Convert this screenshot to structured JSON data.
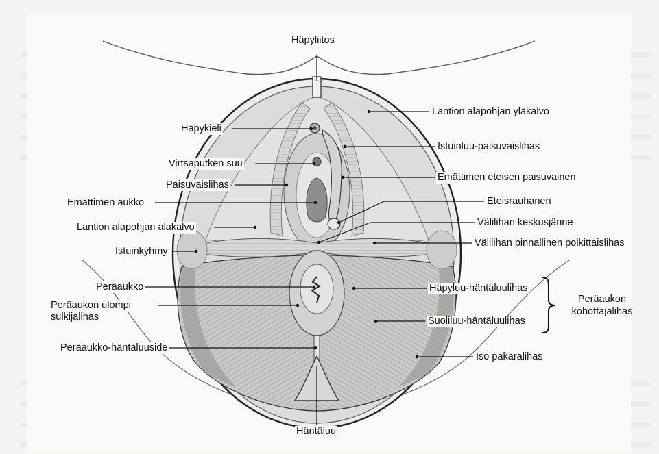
{
  "figure": {
    "labels_top": {
      "hapyliitos": "Häpyliitos"
    },
    "labels_left": {
      "hapykieli": "Häpykieli",
      "virtsaputken_suu": "Virtsaputken suu",
      "paisuvaislihas": "Paisuvaislihas",
      "emattimen_aukko": "Emättimen aukko",
      "lantion_alapohjan_alakalvo": "Lantion alapohjan alakalvo",
      "istuinkyhmy": "Istuinkyhmy",
      "perauakko": "Peräaukko",
      "perauakon_ulompi_1": "Peräaukon ulompi",
      "perauakon_ulompi_2": "sulkijalihas",
      "perauakko_hantaluuside": "Peräaukko-häntäluuside"
    },
    "labels_right": {
      "lantion_alapohjan_ylakalvo": "Lantion alapohjan yläkalvo",
      "istuinluu_paisuvaislihas": "Istuinluu-paisuvaislihas",
      "emattimen_eteisen_paisuvainen": "Emättimen eteisen paisuvainen",
      "eteisrauhanen": "Eteisrauhanen",
      "valilihan_keskusjanne": "Välilihan keskusjänne",
      "valilihan_pinnallinen": "Välilihan pinnallinen poikittaislihas",
      "hapyluu_hantaluulihas": "Häpyluu-häntäluulihas",
      "suoliluu_hantaluulihas": "Suoliluu-häntäluulihas",
      "iso_pakaralihas": "Iso pakaralihas"
    },
    "brace_group": {
      "line1": "Peräaukon",
      "line2": "kohottajalihas"
    },
    "labels_bottom": {
      "hantaluu": "Häntäluu"
    }
  }
}
